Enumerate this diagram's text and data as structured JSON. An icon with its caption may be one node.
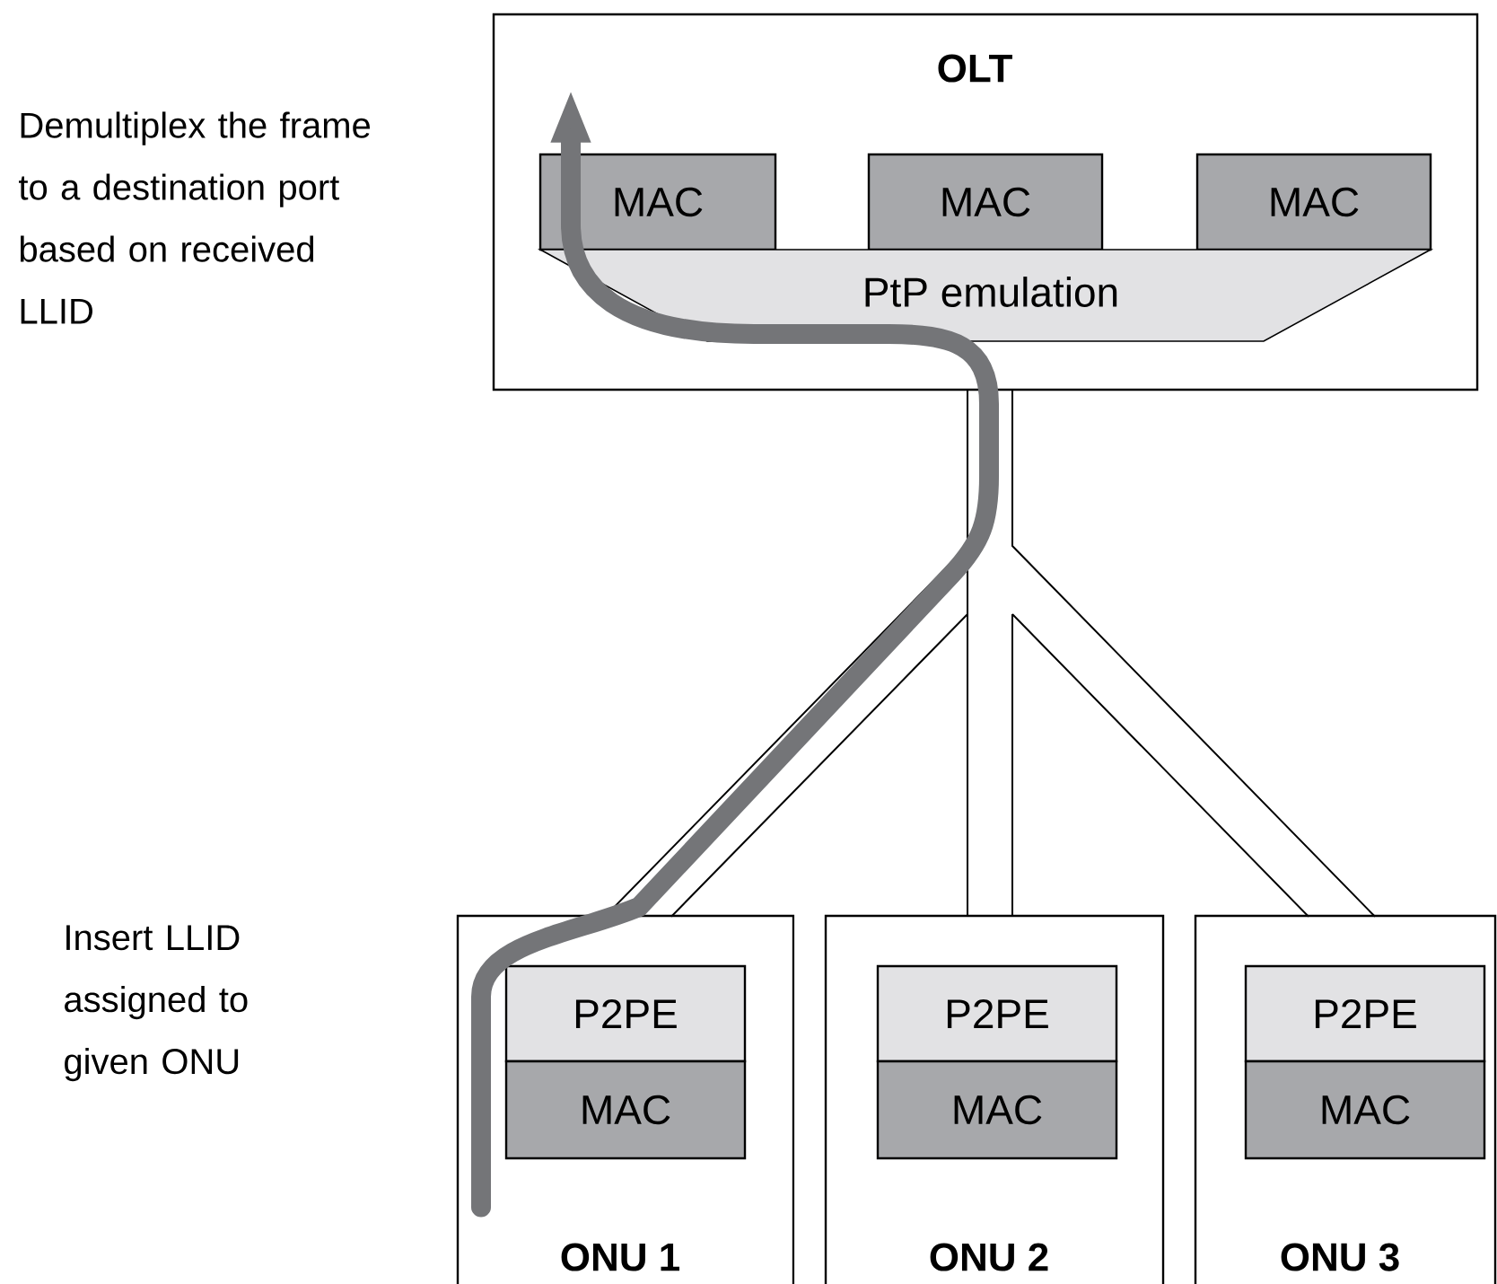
{
  "diagram": {
    "nodes": [
      {
        "text": [
          "OLT"
        ]
      },
      {
        "text": [
          "MAC"
        ],
        "in": 0
      },
      {
        "text": [
          "MAC"
        ],
        "in": 0
      },
      {
        "text": [
          "MAC"
        ],
        "in": 0
      },
      {
        "text": [
          "PtP emulation"
        ],
        "in": 0
      },
      {
        "text": [
          "ONU 1"
        ]
      },
      {
        "text": [
          "P2PE"
        ],
        "in": 5
      },
      {
        "text": [
          "MAC"
        ],
        "in": 5
      },
      {
        "text": [
          "ONU 2"
        ]
      },
      {
        "text": [
          "P2PE"
        ],
        "in": 8
      },
      {
        "text": [
          "MAC"
        ],
        "in": 8
      },
      {
        "text": [
          "ONU 3"
        ]
      },
      {
        "text": [
          "P2PE"
        ],
        "in": 11
      },
      {
        "text": [
          "MAC"
        ],
        "in": 11
      }
    ],
    "edges": [
      {
        "from": 0,
        "to": 8,
        "arrow": "none"
      },
      {
        "from": 0,
        "to": 5,
        "arrow": "none"
      },
      {
        "from": 0,
        "to": 11,
        "arrow": "none"
      },
      {
        "from": 5,
        "to": 1,
        "arrow": "to",
        "style": "thick",
        "color": "#747578"
      }
    ],
    "labels": [
      "Demultiplex the frame to a destination port based on received LLID",
      "Insert LLID assigned to given ONU"
    ]
  }
}
